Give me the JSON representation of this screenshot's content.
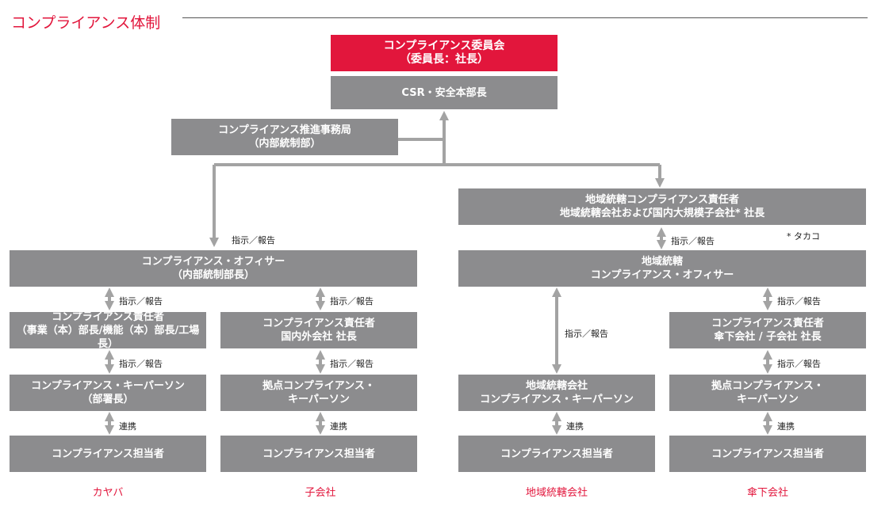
{
  "title": "コンプライアンス体制",
  "boxes": {
    "committee": [
      "コンプライアンス委員会",
      "（委員長：社長）"
    ],
    "csr": [
      "CSR・安全本部長"
    ],
    "secretariat": [
      "コンプライアンス推進事務局",
      "（内部統制部）"
    ],
    "regional_resp": [
      "地域統轄コンプライアンス責任者",
      "地域統轄会社および国内大規模子会社* 社長"
    ],
    "officer_main": [
      "コンプライアンス・オフィサー",
      "（内部統制部長）"
    ],
    "officer_regional": [
      "地域統轄",
      "コンプライアンス・オフィサー"
    ],
    "resp_kyb": [
      "コンプライアンス責任者",
      "（事業（本）部長/機能（本）部長/工場長）"
    ],
    "resp_sub": [
      "コンプライアンス責任者",
      "国内外会社 社長"
    ],
    "resp_affil": [
      "コンプライアンス責任者",
      "傘下会社 / 子会社 社長"
    ],
    "keeper_kyb": [
      "コンプライアンス・キーパーソン",
      "（部署長）"
    ],
    "keeper_sub": [
      "拠点コンプライアンス・",
      "キーパーソン"
    ],
    "keeper_regional": [
      "地域統轄会社",
      "コンプライアンス・キーパーソン"
    ],
    "keeper_affil": [
      "拠点コンプライアンス・",
      "キーパーソン"
    ],
    "person_kyb": [
      "コンプライアンス担当者"
    ],
    "person_sub": [
      "コンプライアンス担当者"
    ],
    "person_regional": [
      "コンプライアンス担当者"
    ],
    "person_affil": [
      "コンプライアンス担当者"
    ]
  },
  "labels": {
    "instruct_report": "指示／報告",
    "liaison": "連携",
    "takako_note": "* タカコ"
  },
  "categories": {
    "kyb": "カヤバ",
    "subsidiary": "子会社",
    "regional": "地域統轄会社",
    "affiliate": "傘下会社"
  },
  "colors": {
    "accent_red": "#e2163c",
    "box_gray": "#8c8c8e",
    "line_gray": "#a3a3a3"
  }
}
